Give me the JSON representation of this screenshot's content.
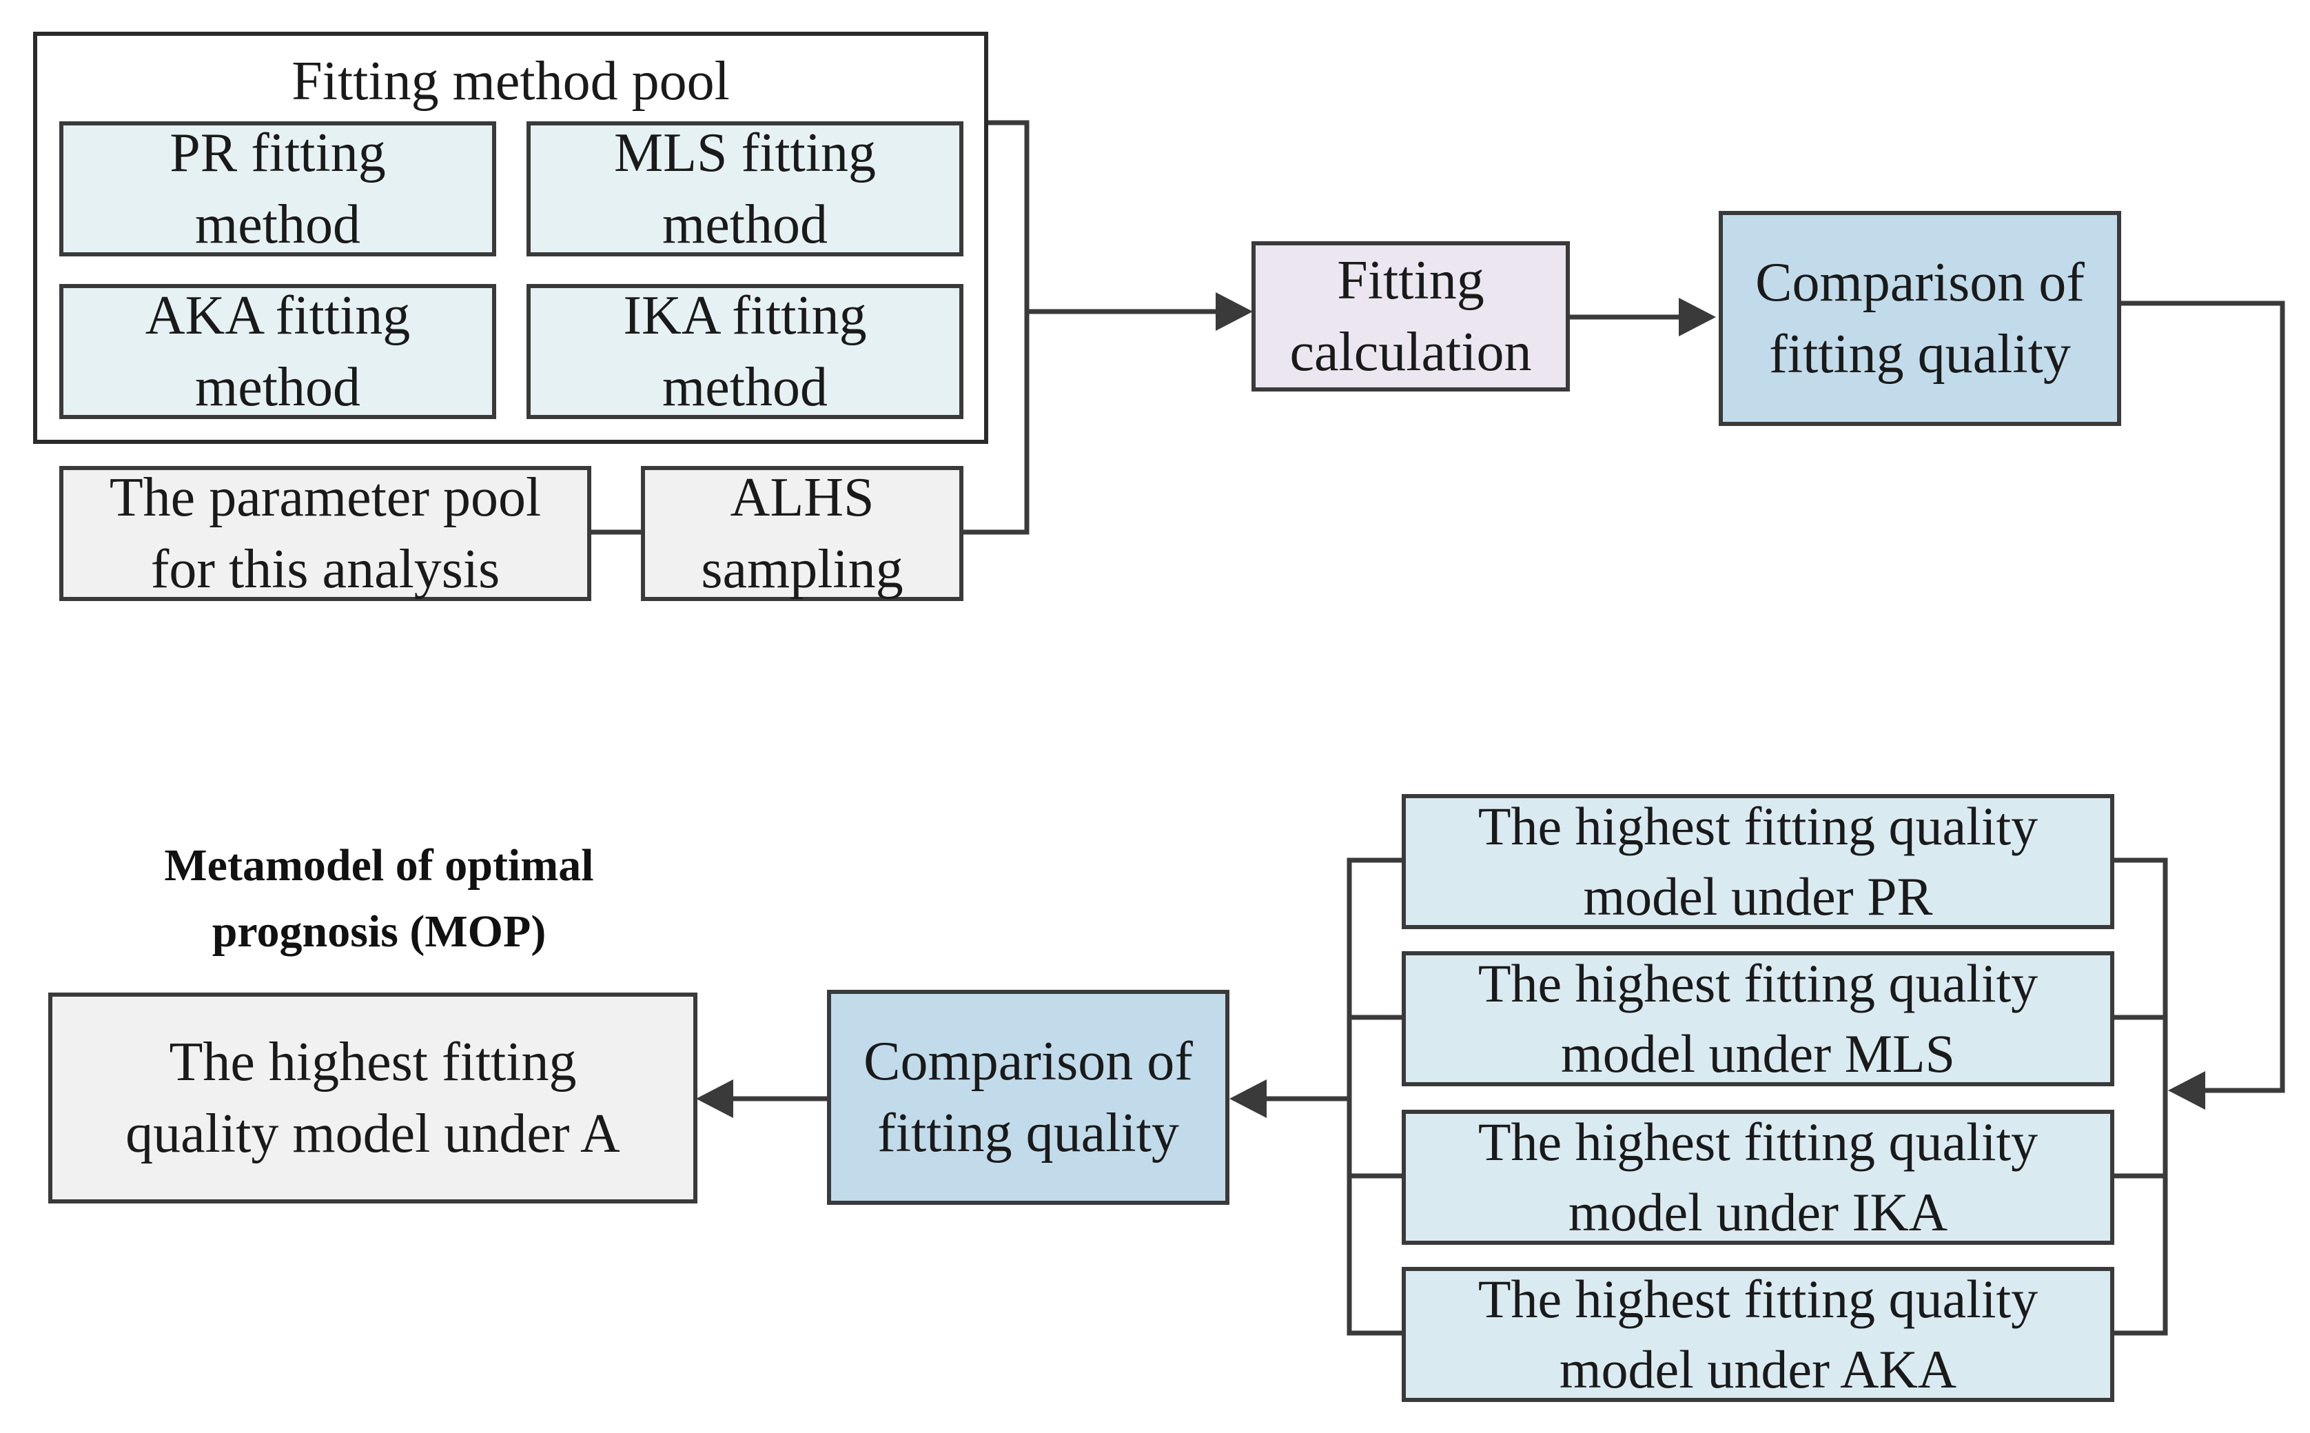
{
  "pool": {
    "title": "Fitting method pool"
  },
  "methods": {
    "pr": [
      "PR fitting",
      "method"
    ],
    "mls": [
      "MLS fitting",
      "method"
    ],
    "aka": [
      "AKA fitting",
      "method"
    ],
    "ika": [
      "IKA fitting",
      "method"
    ]
  },
  "parameter_pool": [
    "The parameter pool",
    "for this analysis"
  ],
  "alhs": [
    "ALHS",
    "sampling"
  ],
  "fitting_calculation": [
    "Fitting",
    "calculation"
  ],
  "comparison_top": [
    "Comparison of",
    "fitting quality"
  ],
  "models": {
    "pr": [
      "The highest fitting quality",
      "model under PR"
    ],
    "mls": [
      "The highest fitting quality",
      "model under MLS"
    ],
    "ika": [
      "The highest fitting quality",
      "model under IKA"
    ],
    "aka": [
      "The highest fitting quality",
      "model under AKA"
    ]
  },
  "comparison_bottom": [
    "Comparison of",
    "fitting quality"
  ],
  "mop_label": [
    "Metamodel of optimal",
    "prognosis (MOP)"
  ],
  "result": [
    "The highest fitting",
    "quality model under A"
  ],
  "colors": {
    "stroke": "#3a3a3a",
    "method_fill": "#e6f1f3",
    "grey_fill": "#f1f1f1",
    "purple_fill": "#ece6f1",
    "blue_fill": "#c2dbea",
    "model_fill": "#daeaf1"
  }
}
